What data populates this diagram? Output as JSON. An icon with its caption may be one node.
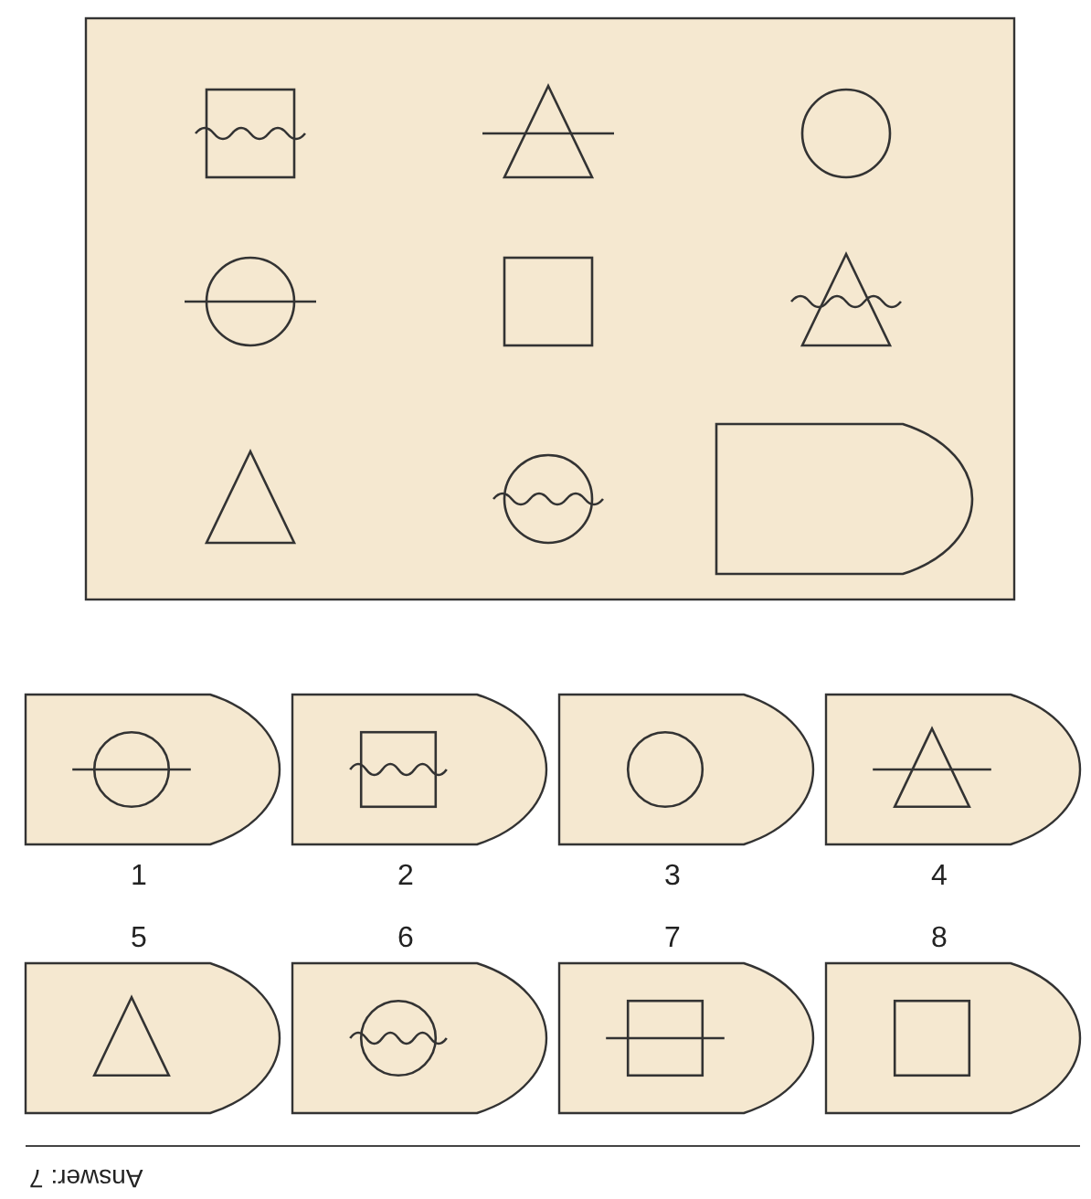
{
  "diagram": {
    "nodes": [
      {
        "text": [],
        "shape": "box"
      }
    ],
    "labels": [
      "1",
      "2",
      "3",
      "4",
      "5",
      "6",
      "7",
      "8",
      "Answer: 7"
    ]
  }
}
